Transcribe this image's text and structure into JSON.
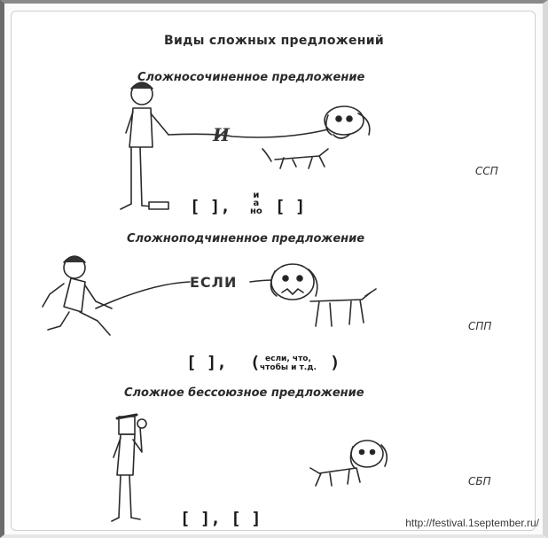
{
  "title": "Виды сложных предложений",
  "sections": [
    {
      "heading": "Сложносочиненное предложение",
      "abbr": "ССП",
      "connector_word": "И",
      "scheme_left": "[     ],",
      "scheme_right": "[     ]",
      "conjunctions": [
        "и",
        "а",
        "но"
      ]
    },
    {
      "heading": "Сложноподчиненное предложение",
      "abbr": "СПП",
      "connector_word": "ЕСЛИ",
      "scheme_left": "[     ],",
      "paren_open": "(",
      "paren_close": ")",
      "conjunctions_line1": "если, что,",
      "conjunctions_line2": "чтобы и т.д."
    },
    {
      "heading": "Сложное бессоюзное предложение",
      "abbr": "СБП",
      "scheme": "[     ], [     ]"
    }
  ],
  "source_url": "http://festival.1september.ru/"
}
